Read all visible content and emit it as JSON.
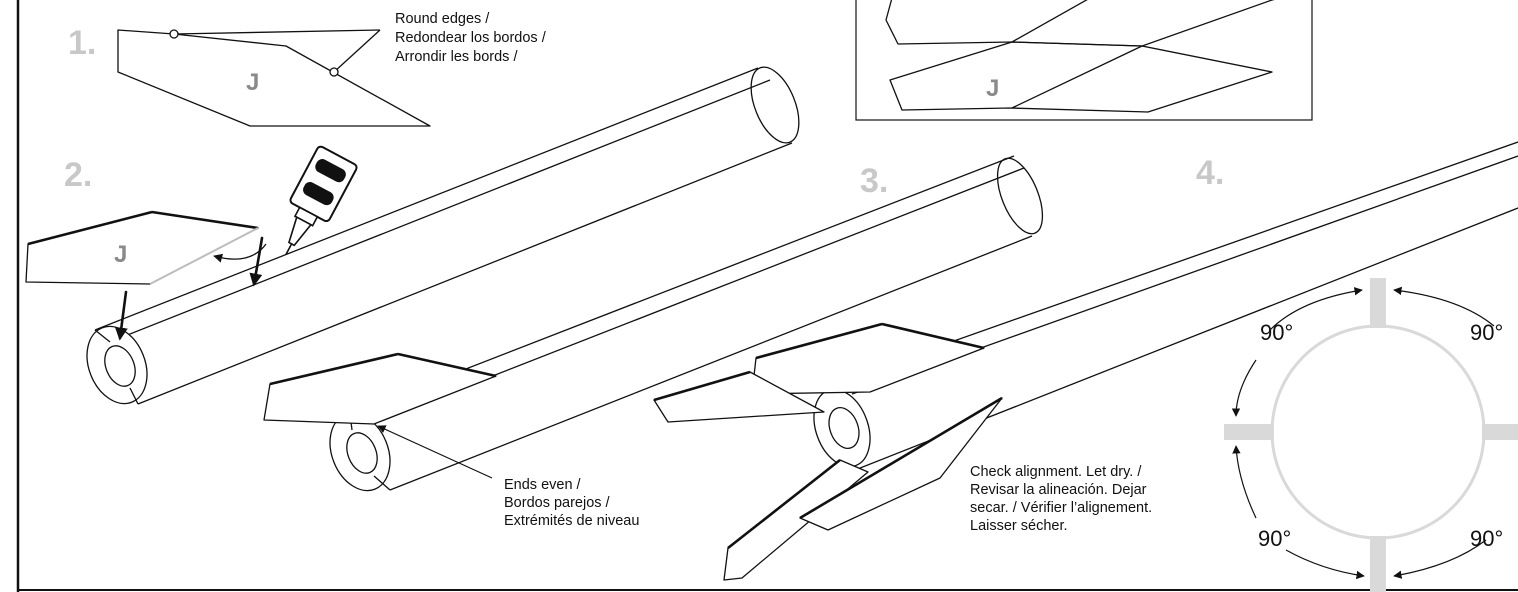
{
  "steps": {
    "s1": "1.",
    "s2": "2.",
    "s3": "3.",
    "s4": "4."
  },
  "part_letter": "J",
  "step1_note": [
    "Round edges /",
    "Redondear los bordos /",
    "Arrondir les bords /"
  ],
  "step3_note": [
    "Ends even /",
    "Bordos parejos /",
    "Extrémités de niveau"
  ],
  "step3b_note": [
    "Check alignment. Let dry. /",
    "Revisar la alineación. Dejar",
    "secar. / Vérifier l’alignement.",
    "Laisser sécher."
  ],
  "angles": [
    "90°",
    "90°",
    "90°",
    "90°"
  ],
  "colors": {
    "line": "#111111",
    "step_number": "#c8c8c8",
    "letter": "#8a8a8a",
    "guide": "#d9d9d9"
  }
}
